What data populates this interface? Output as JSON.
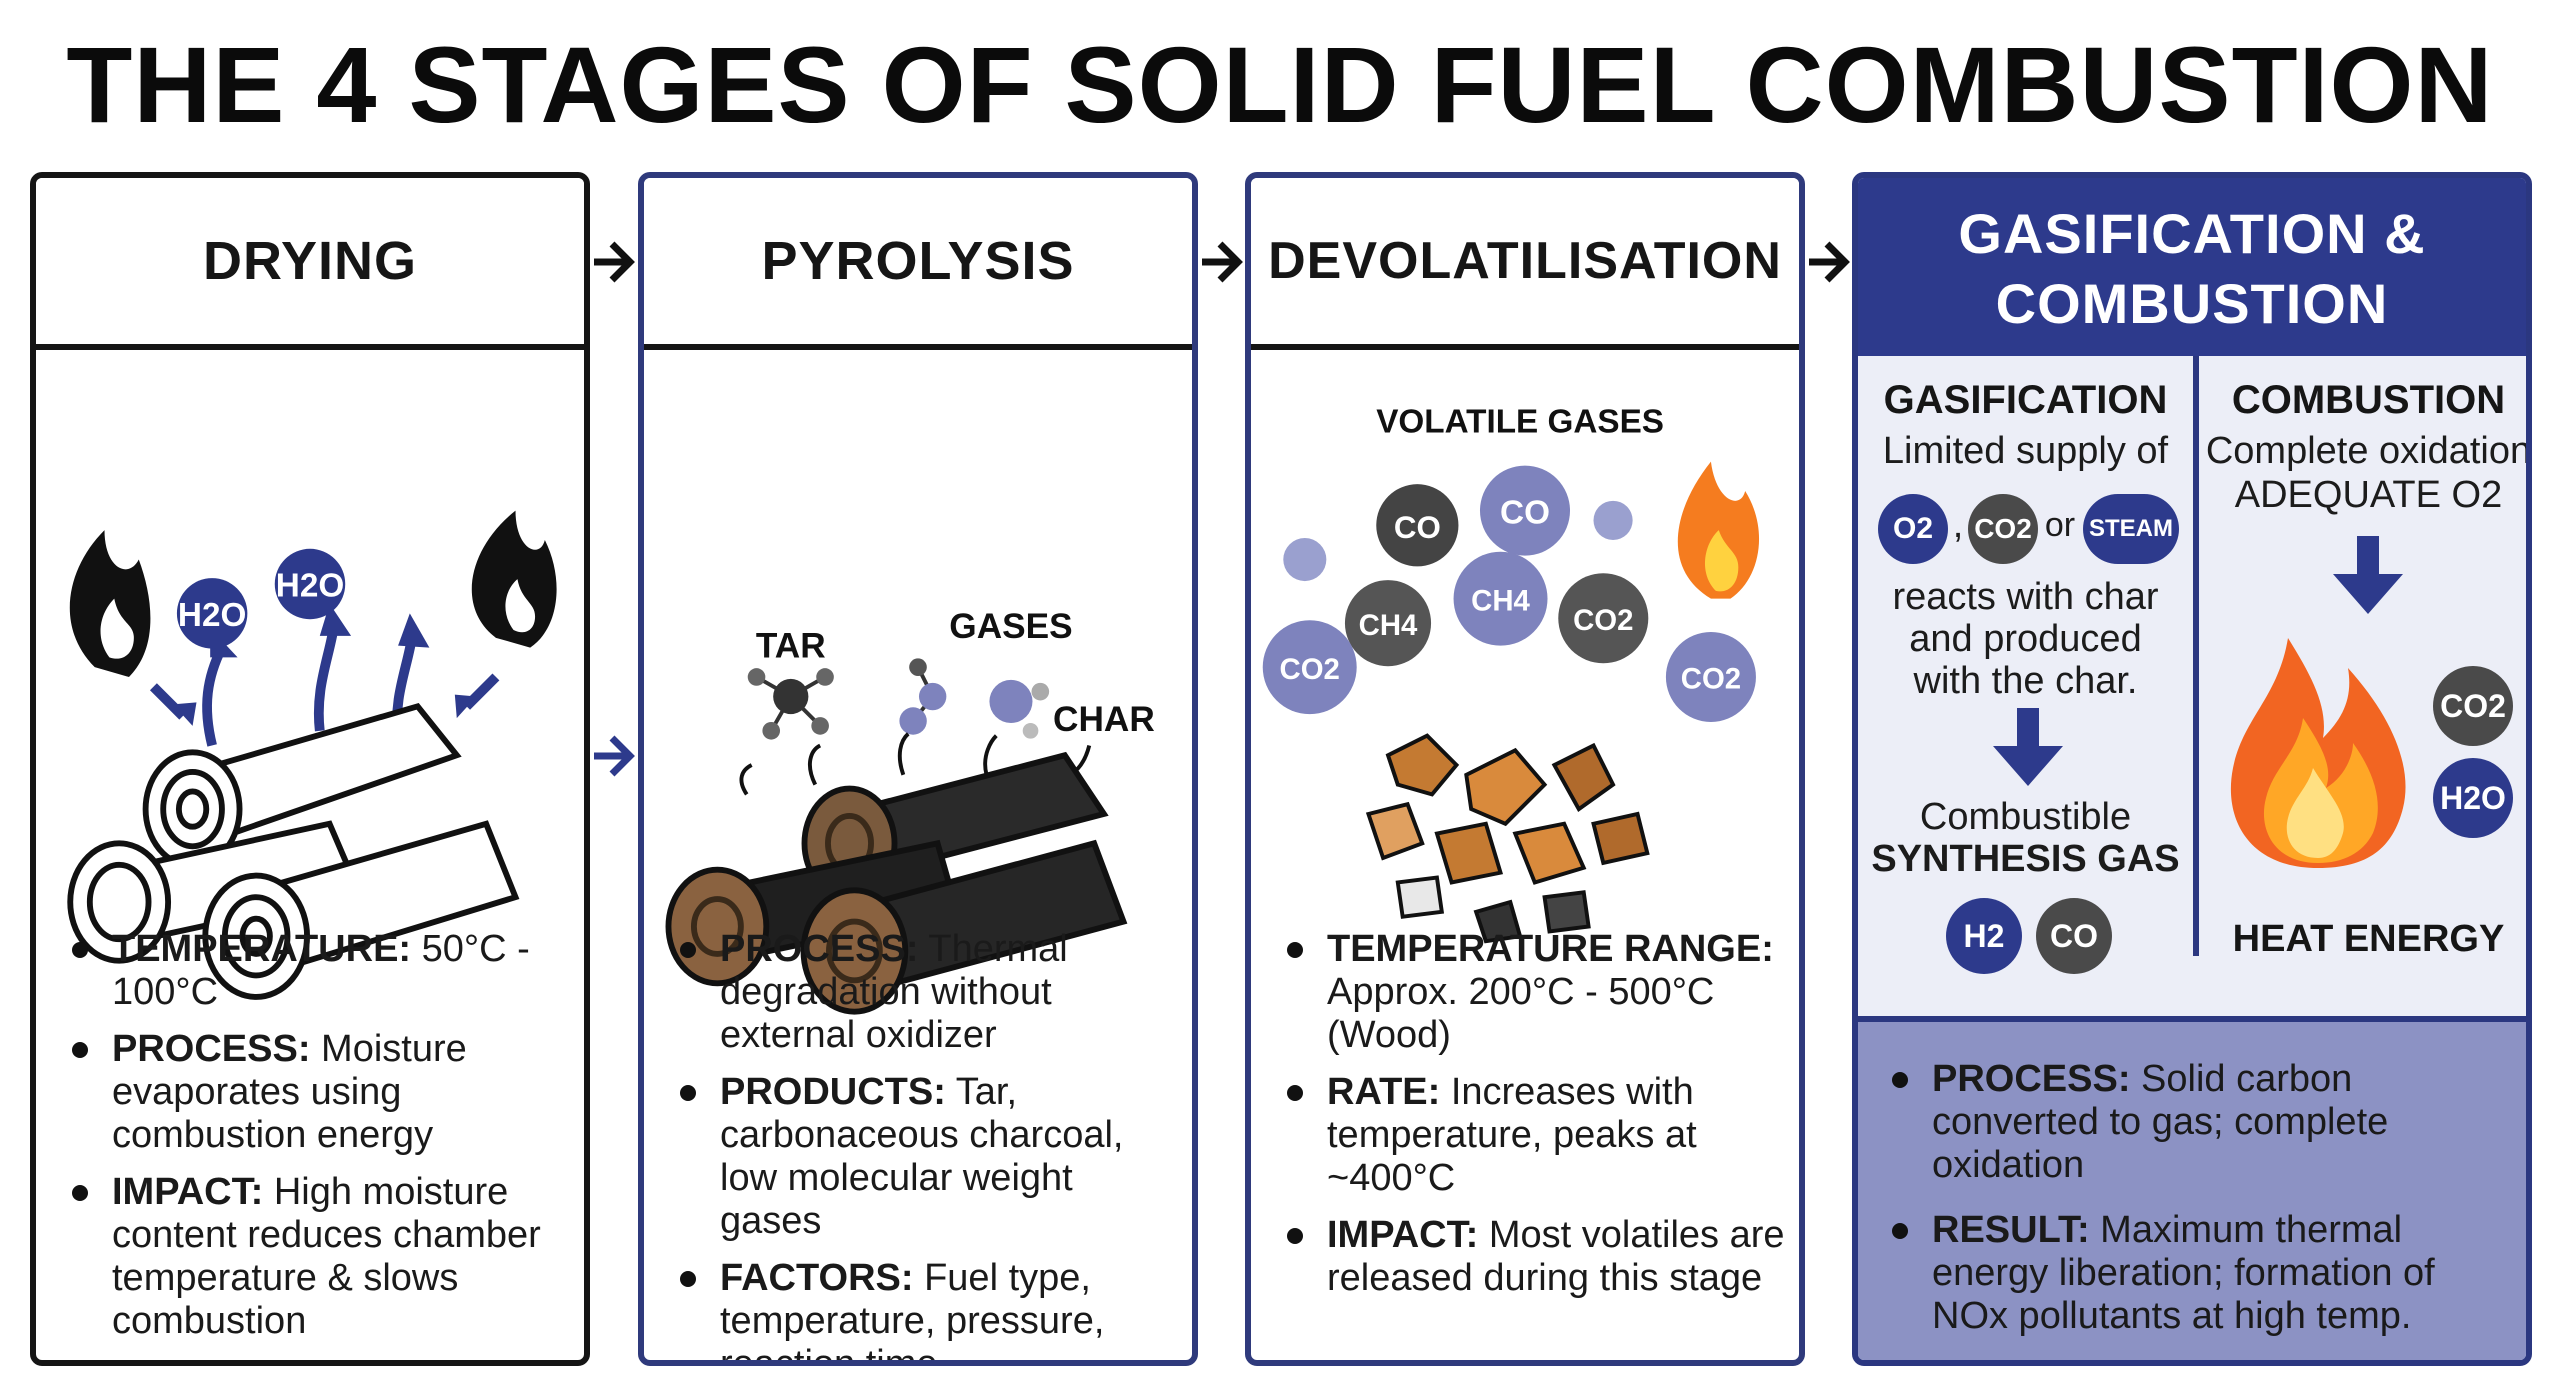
{
  "title": "THE 4 STAGES OF SOLID FUEL COMBUSTION",
  "stages": [
    {
      "heading": "DRYING",
      "illustration": {
        "molecules": [
          "H2O",
          "H2O"
        ]
      },
      "bullets": [
        {
          "label": "TEMPERATURE:",
          "text": " 50°C - 100°C"
        },
        {
          "label": "PROCESS:",
          "text": " Moisture evaporates using combustion energy"
        },
        {
          "label": "IMPACT:",
          "text": " High moisture content reduces chamber temperature & slows combustion"
        }
      ]
    },
    {
      "heading": "PYROLYSIS",
      "illustration": {
        "labels": [
          "TAR",
          "GASES",
          "CHAR"
        ]
      },
      "bullets": [
        {
          "label": "PROCESS:",
          "text": " Thermal degradation without external oxidizer"
        },
        {
          "label": "PRODUCTS:",
          "text": " Tar, carbonaceous charcoal, low molecular weight gases"
        },
        {
          "label": "FACTORS:",
          "text": " Fuel type, temperature, pressure, reaction time"
        }
      ]
    },
    {
      "heading": "DEVOLATILISATION",
      "illustration": {
        "title": "VOLATILE GASES",
        "molecules": [
          "CO",
          "CO",
          "CH4",
          "CH4",
          "CO2",
          "CO2",
          "CO2"
        ]
      },
      "bullets": [
        {
          "label": "TEMPERATURE RANGE:",
          "text": " Approx. 200°C - 500°C (Wood)"
        },
        {
          "label": "RATE:",
          "text": " Increases with temperature, peaks at ~400°C"
        },
        {
          "label": "IMPACT:",
          "text": " Most volatiles are released during this stage"
        }
      ]
    },
    {
      "heading_line1": "GASIFICATION &",
      "heading_line2": "COMBUSTION",
      "gasification": {
        "heading": "GASIFICATION",
        "intro": "Limited supply of",
        "reactants": [
          "O2",
          "CO2",
          "STEAM"
        ],
        "reactant_sep": ",",
        "reactant_or": "or",
        "description": "reacts with char and produced with the char.",
        "output_line1": "Combustible",
        "output_line2": "SYNTHESIS GAS",
        "products": [
          "H2",
          "CO"
        ]
      },
      "combustion": {
        "heading": "COMBUSTION",
        "line1": "Complete oxidation",
        "line2": "ADEQUATE O2",
        "products": [
          "CO2",
          "H2O"
        ],
        "output": "HEAT ENERGY"
      },
      "bullets": [
        {
          "label": "PROCESS:",
          "text": " Solid carbon converted to gas; complete oxidation"
        },
        {
          "label": "RESULT:",
          "text": " Maximum thermal energy liberation; formation of NOx pollutants at high temp."
        }
      ]
    }
  ],
  "colors": {
    "accent": "#2d3a8c",
    "light_band": "#8c92c4",
    "dark_gray": "#4a4a4a",
    "flame": "#f57c1f"
  }
}
